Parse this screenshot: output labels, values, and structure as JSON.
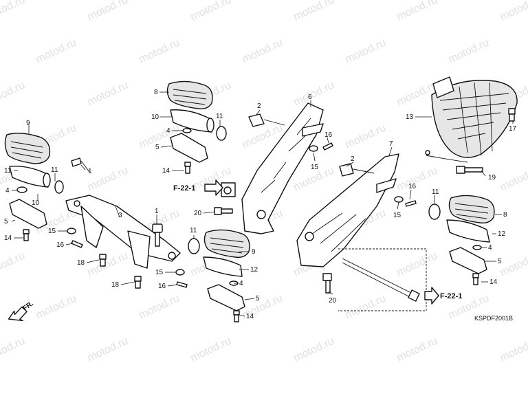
{
  "watermark": "motod.ru",
  "diagram_code": "KSPDF2001B",
  "front_indicator": "FR.",
  "reference_label": "F-22-1",
  "callouts": [
    "1",
    "2",
    "3",
    "4",
    "5",
    "6",
    "7",
    "8",
    "9",
    "10",
    "11",
    "12",
    "13",
    "14",
    "15",
    "16",
    "17",
    "18",
    "19",
    "20"
  ]
}
